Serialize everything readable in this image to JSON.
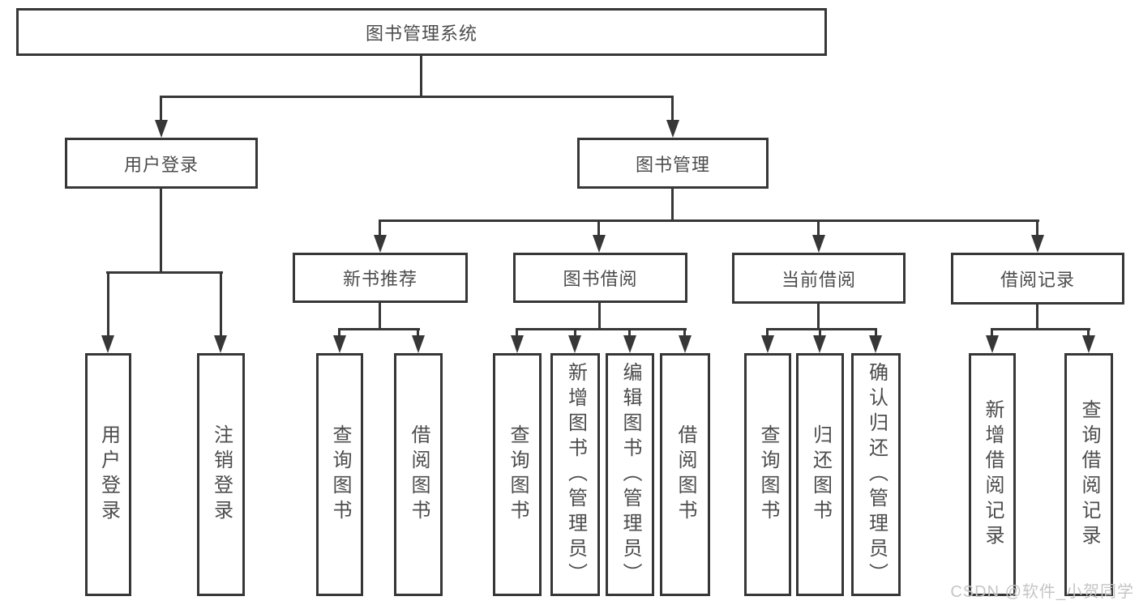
{
  "tree": {
    "root": "图书管理系统",
    "branches": [
      {
        "label": "用户登录",
        "leaves": [
          "用户登录",
          "注销登录"
        ]
      },
      {
        "label": "图书管理",
        "groups": [
          {
            "label": "新书推荐",
            "leaves": [
              "查询图书",
              "借阅图书"
            ]
          },
          {
            "label": "图书借阅",
            "leaves": [
              "查询图书",
              "新增图书（管理员）",
              "编辑图书（管理员）",
              "借阅图书"
            ]
          },
          {
            "label": "当前借阅",
            "leaves": [
              "查询图书",
              "归还图书",
              "确认归还（管理员）"
            ]
          },
          {
            "label": "借阅记录",
            "leaves": [
              "新增借阅记录",
              "查询借阅记录"
            ]
          }
        ]
      }
    ]
  },
  "watermark": "CSDN @软件_小贺同学",
  "colors": {
    "line": "#373737",
    "text": "#4c4c4c",
    "watermark": "#c5c5c5",
    "background": "#ffffff"
  }
}
